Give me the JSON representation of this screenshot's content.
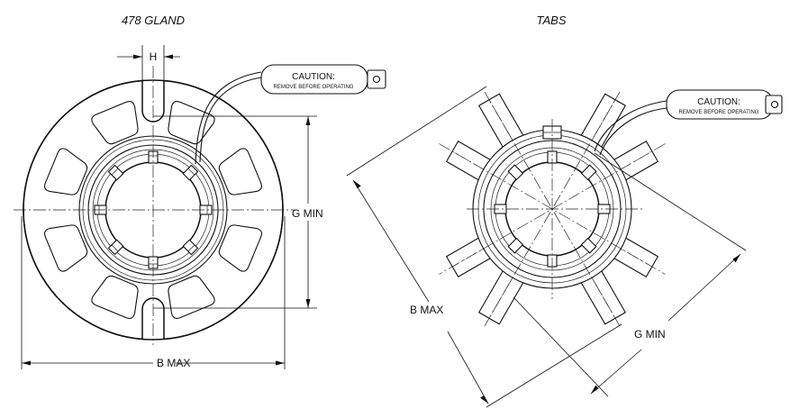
{
  "views": {
    "gland": {
      "title": "478 GLAND",
      "h_label": "H",
      "g_label": "G MIN",
      "b_label": "B MAX",
      "tag": {
        "line1": "CAUTION:",
        "line2": "REMOVE BEFORE OPERATING"
      }
    },
    "tabs": {
      "title": "TABS",
      "b_label": "B MAX",
      "g_label": "G MIN",
      "tag": {
        "line1": "CAUTION:",
        "line2": "REMOVE BEFORE OPERATING"
      }
    }
  }
}
